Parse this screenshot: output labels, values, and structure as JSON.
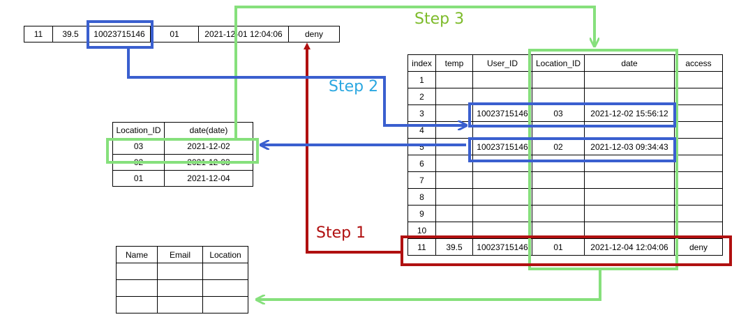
{
  "colors": {
    "step1": "#b01010",
    "step2": "#3a5fcf",
    "step3": "#86e07c",
    "step1_label": "#b01010",
    "step2_label": "#2aa7e0",
    "step3_label": "#7dbb2a"
  },
  "top_record": [
    "11",
    "39.5",
    "10023715146",
    "01",
    "2021-12-01 12:04:06",
    "deny"
  ],
  "location_table": {
    "headers": [
      "Location_ID",
      "date(date)"
    ],
    "rows": [
      [
        "03",
        "2021-12-02"
      ],
      [
        "02",
        "2021-12-03"
      ],
      [
        "01",
        "2021-12-04"
      ]
    ]
  },
  "main_table": {
    "headers": [
      "index",
      "temp",
      "User_ID",
      "Location_ID",
      "date",
      "access"
    ],
    "rows": [
      [
        "1",
        "",
        "",
        "",
        "",
        ""
      ],
      [
        "2",
        "",
        "",
        "",
        "",
        ""
      ],
      [
        "3",
        "",
        "10023715146",
        "03",
        "2021-12-02 15:56:12",
        ""
      ],
      [
        "4",
        "",
        "",
        "",
        "",
        ""
      ],
      [
        "5",
        "",
        "10023715146",
        "02",
        "2021-12-03 09:34:43",
        ""
      ],
      [
        "6",
        "",
        "",
        "",
        "",
        ""
      ],
      [
        "7",
        "",
        "",
        "",
        "",
        ""
      ],
      [
        "8",
        "",
        "",
        "",
        "",
        ""
      ],
      [
        "9",
        "",
        "",
        "",
        "",
        ""
      ],
      [
        "10",
        "",
        "",
        "",
        "",
        ""
      ],
      [
        "11",
        "39.5",
        "10023715146",
        "01",
        "2021-12-04 12:04:06",
        "deny"
      ]
    ]
  },
  "contact_table": {
    "headers": [
      "Name",
      "Email",
      "Location"
    ],
    "rows": [
      [
        "",
        "",
        ""
      ],
      [
        "",
        "",
        ""
      ],
      [
        "",
        "",
        ""
      ]
    ]
  },
  "steps": {
    "step1": "Step 1",
    "step2": "Step 2",
    "step3": "Step 3"
  }
}
